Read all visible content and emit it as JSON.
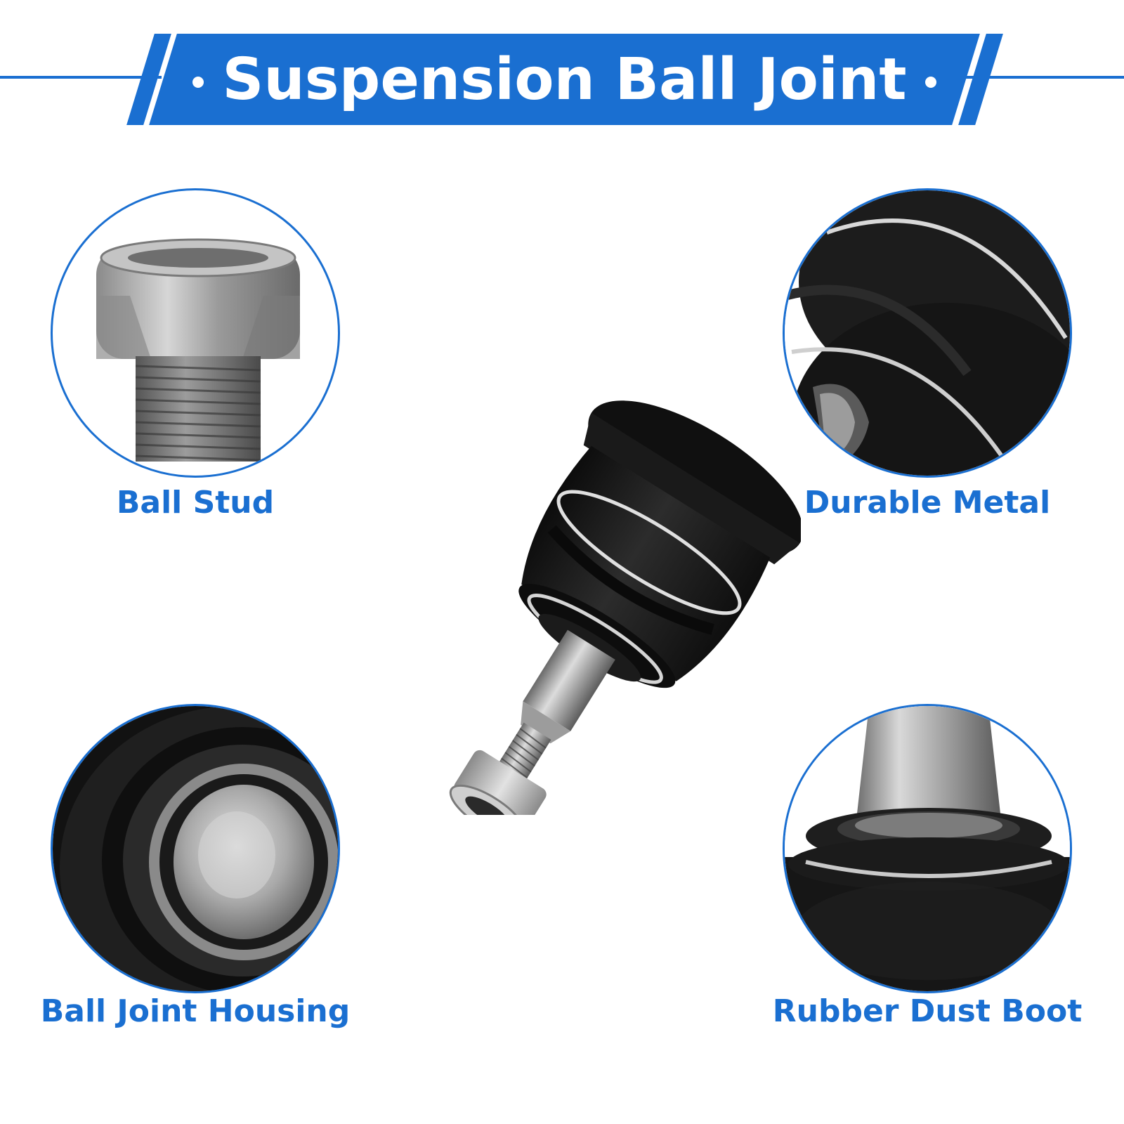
{
  "header": {
    "title": "Suspension Ball Joint"
  },
  "colors": {
    "accent": "#1a6fd1",
    "rubber": "#141414",
    "metal": "#a8a8a8"
  },
  "callouts": [
    {
      "label": "Ball Stud",
      "icon": "threaded-nut-stud-closeup"
    },
    {
      "label": "Durable Metal",
      "icon": "rubber-boot-metal-ring-closeup"
    },
    {
      "label": "Ball Joint Housing",
      "icon": "housing-cap-closeup"
    },
    {
      "label": "Rubber Dust Boot",
      "icon": "dust-boot-shaft-closeup"
    }
  ]
}
